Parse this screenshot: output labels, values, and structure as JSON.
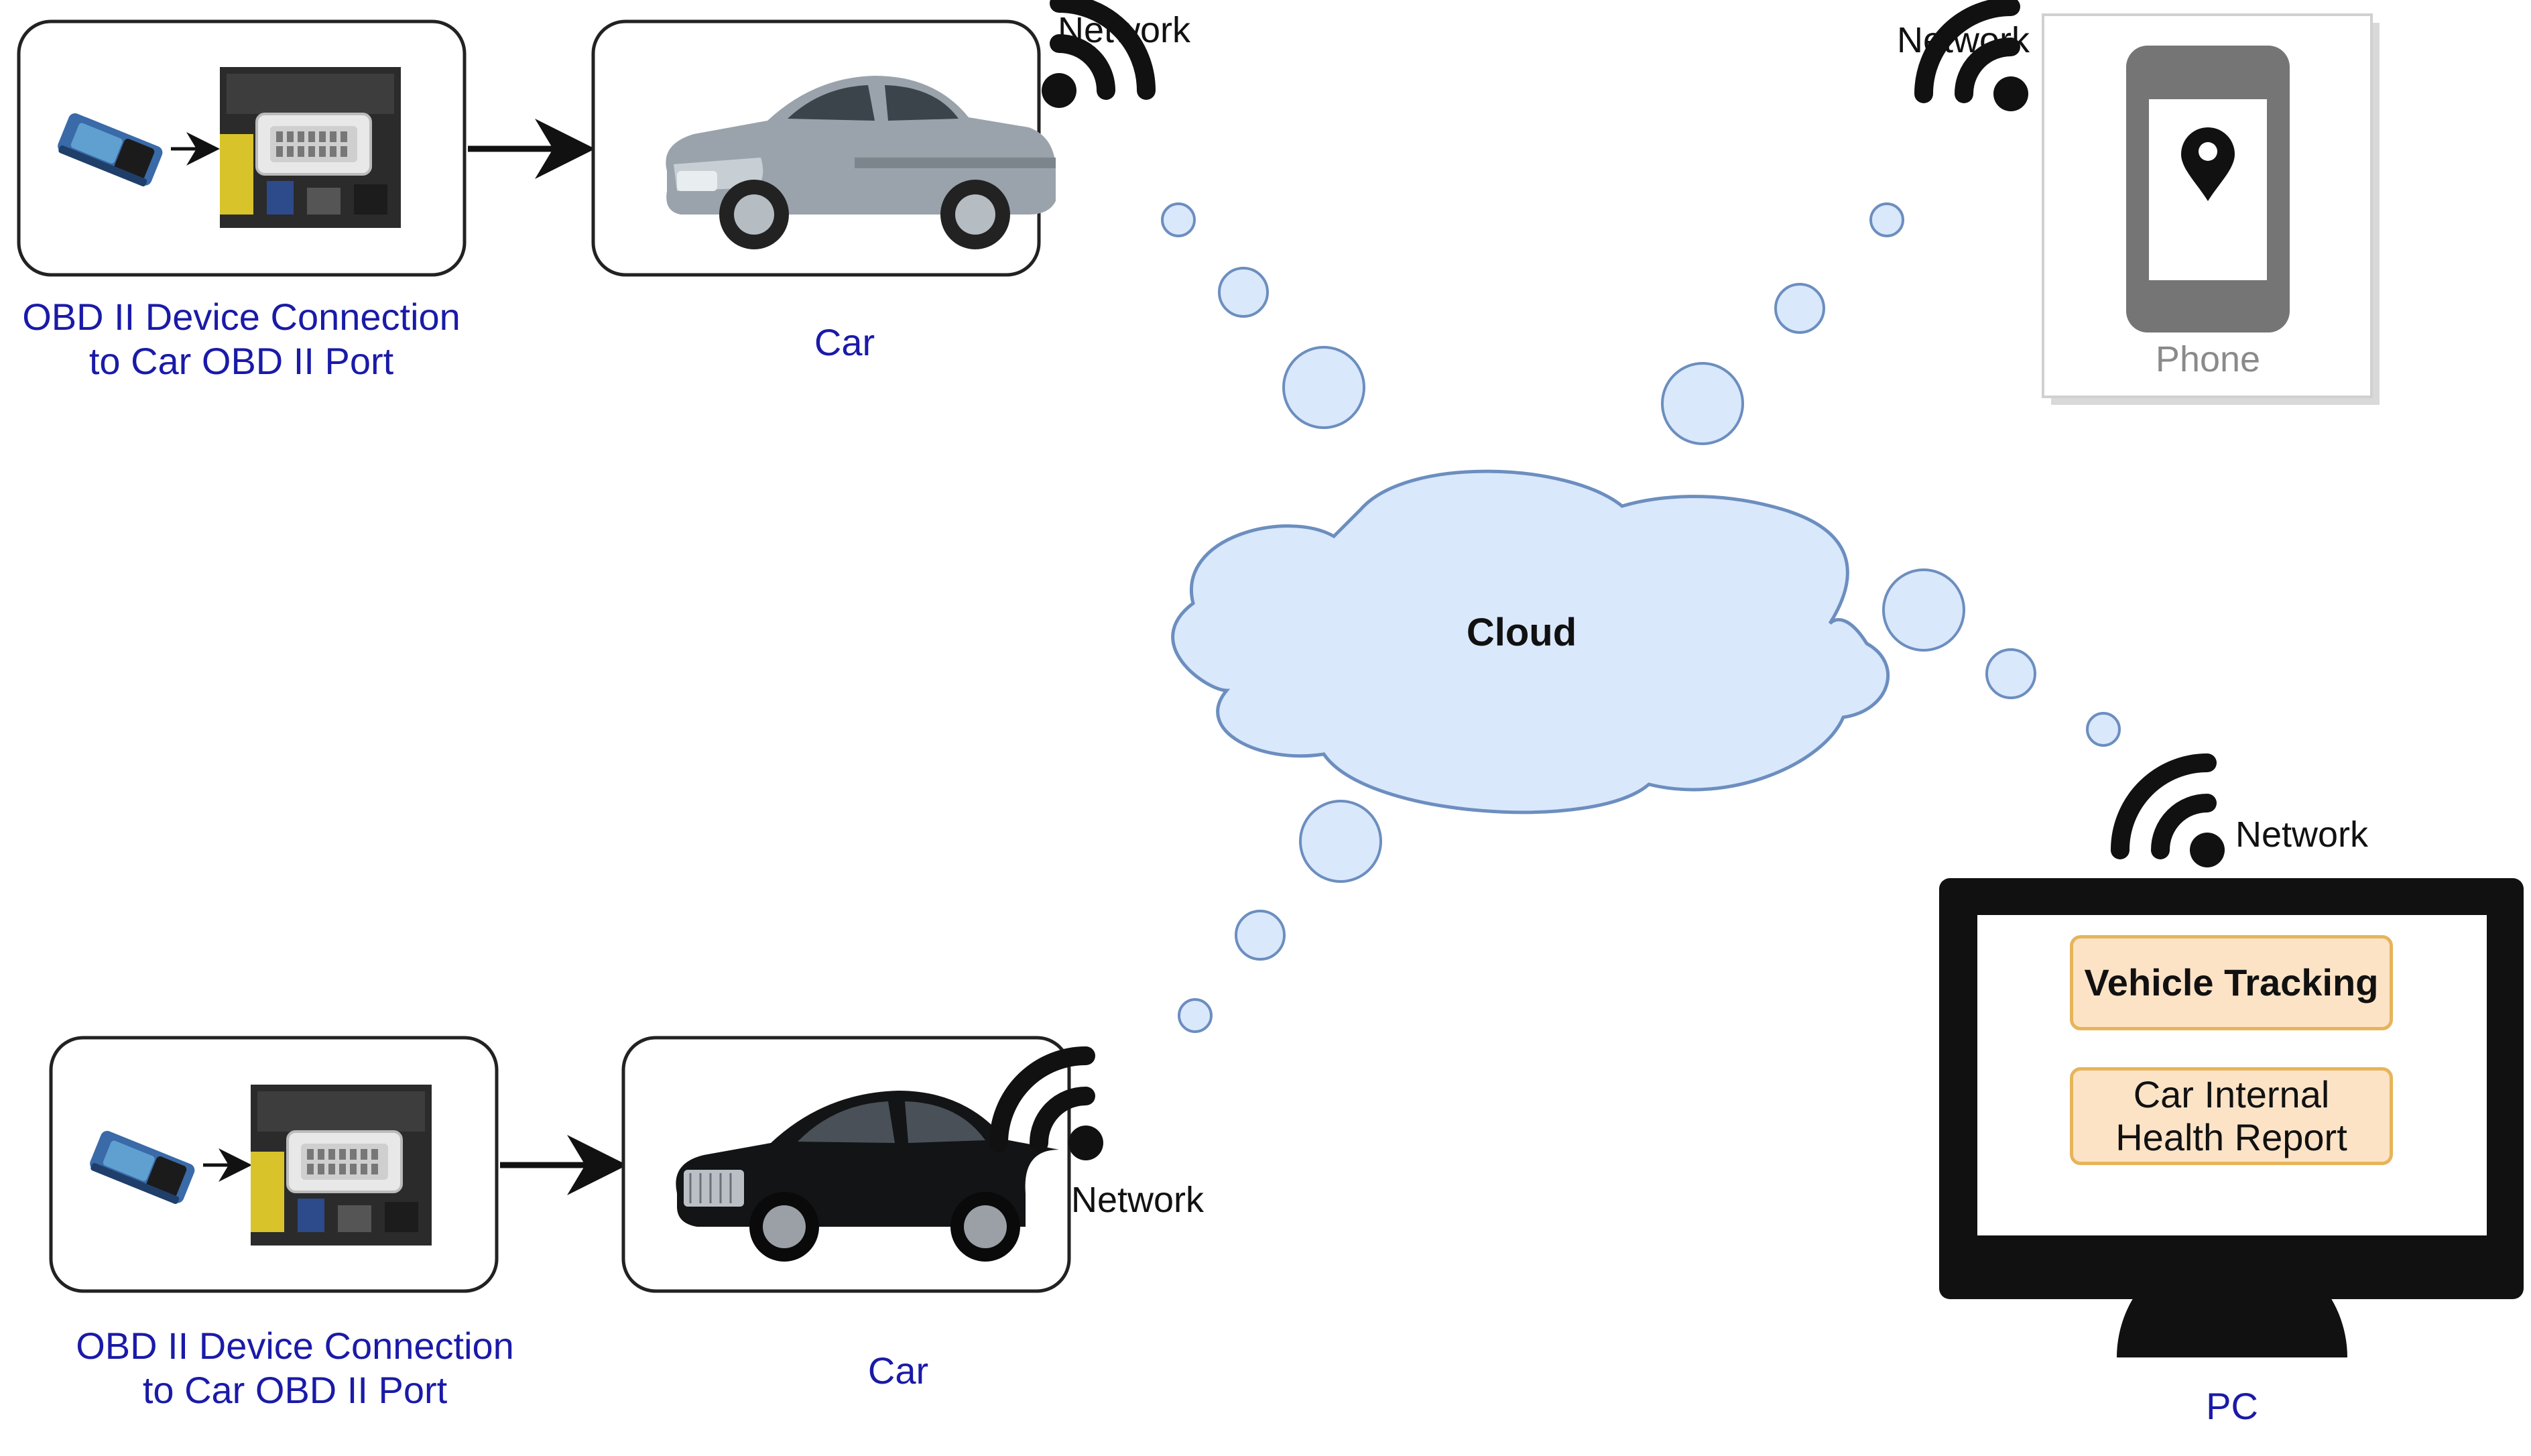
{
  "labels": {
    "obd_top": [
      "OBD II Device Connection",
      "to Car OBD II Port"
    ],
    "obd_bottom": [
      "OBD II Device Connection",
      "to Car OBD II Port"
    ],
    "car_top": "Car",
    "car_bottom": "Car",
    "network": "Network",
    "cloud": "Cloud",
    "phone": "Phone",
    "pc": "PC"
  },
  "pc_screen": {
    "items": [
      "Vehicle Tracking",
      "Car Internal\nHealth Report"
    ]
  },
  "icons": {
    "wifi": "wifi-signal-icon",
    "location": "location-pin-icon",
    "obd_device": "obd-device-icon",
    "obd_port": "obd-port-icon",
    "car": "car-icon"
  },
  "colors": {
    "label_blue": "#1a1aa8",
    "cloud_fill": "#dae8fc",
    "cloud_stroke": "#6c8ebf",
    "app_box_fill": "#fde3c6",
    "app_box_stroke": "#e6b45a"
  }
}
